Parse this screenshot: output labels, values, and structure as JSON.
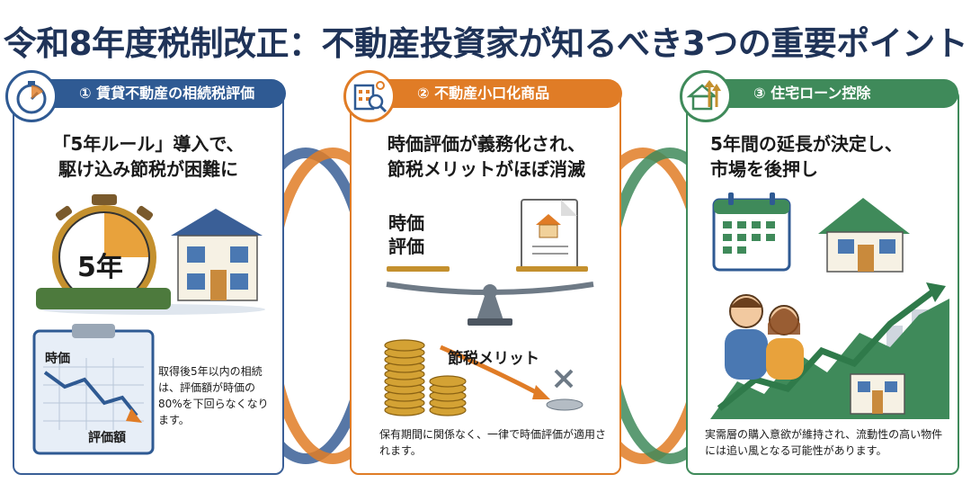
{
  "title": "令和8年度税制改正：不動産投資家が知るべき3つの重要ポイント",
  "cards": [
    {
      "number_label": "① 賃貸不動産の相続税評価",
      "headline_line1": "「5年ルール」導入で、",
      "headline_line2": "駆け込み節税が困難に",
      "stopwatch_text": "5年",
      "chart_label_top": "時価",
      "chart_label_bottom": "評価額",
      "note": "取得後5年以内の相続は、評価額が時価の80%を下回らなくなります。",
      "icon": "stopwatch-icon",
      "color": "#2f5a93"
    },
    {
      "number_label": "② 不動産小口化商品",
      "headline_line1": "時価評価が義務化され、",
      "headline_line2": "節税メリットがほぼ消滅",
      "scale_label_line1": "時価",
      "scale_label_line2": "評価",
      "coins_label": "節税メリット",
      "note": "保有期間に関係なく、一律で時価評価が適用されます。",
      "icon": "building-magnifier-icon",
      "color": "#e07c26"
    },
    {
      "number_label": "③ 住宅ローン控除",
      "headline_line1": "5年間の延長が決定し、",
      "headline_line2": "市場を後押し",
      "note": "実需層の購入意欲が維持され、流動性の高い物件には追い風となる可能性があります。",
      "icon": "house-up-arrow-icon",
      "color": "#3f8a5a"
    }
  ]
}
